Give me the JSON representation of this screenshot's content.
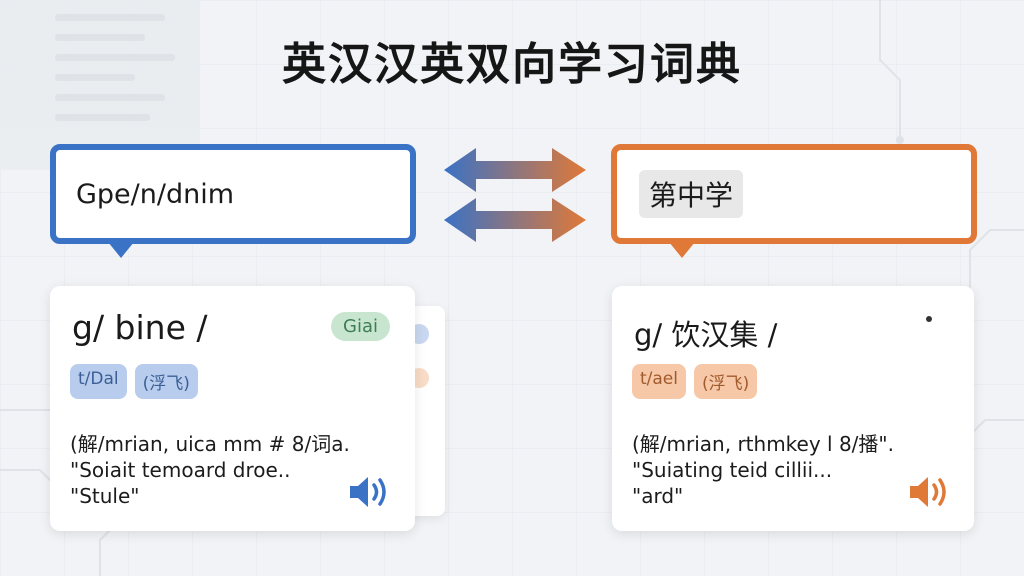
{
  "title": "英汉汉英双向学习词典",
  "search_en": {
    "value": "Gpe/n/dnim"
  },
  "search_zh": {
    "value": "第中学"
  },
  "card_en": {
    "headword": "g/ bine /",
    "badge": "Giai",
    "chips": [
      "t/Dal",
      "(浮飞)"
    ],
    "definition": [
      "(解/mrian, uica mm # 8/词a.",
      "\"Soiait temoard droe..",
      "\"Stule\""
    ]
  },
  "card_zh": {
    "headword": "g/ 饮汉集 /",
    "chips": [
      "t/ael",
      "(浮飞)"
    ],
    "definition": [
      "(解/mrian, rthmkey l 8/播\".",
      "\"Suiating teid cillii...",
      "\"ard\""
    ]
  },
  "colors": {
    "blue": "#3a72c5",
    "orange": "#e07938"
  },
  "icons": [
    "swap-arrows-icon",
    "speaker-icon"
  ]
}
